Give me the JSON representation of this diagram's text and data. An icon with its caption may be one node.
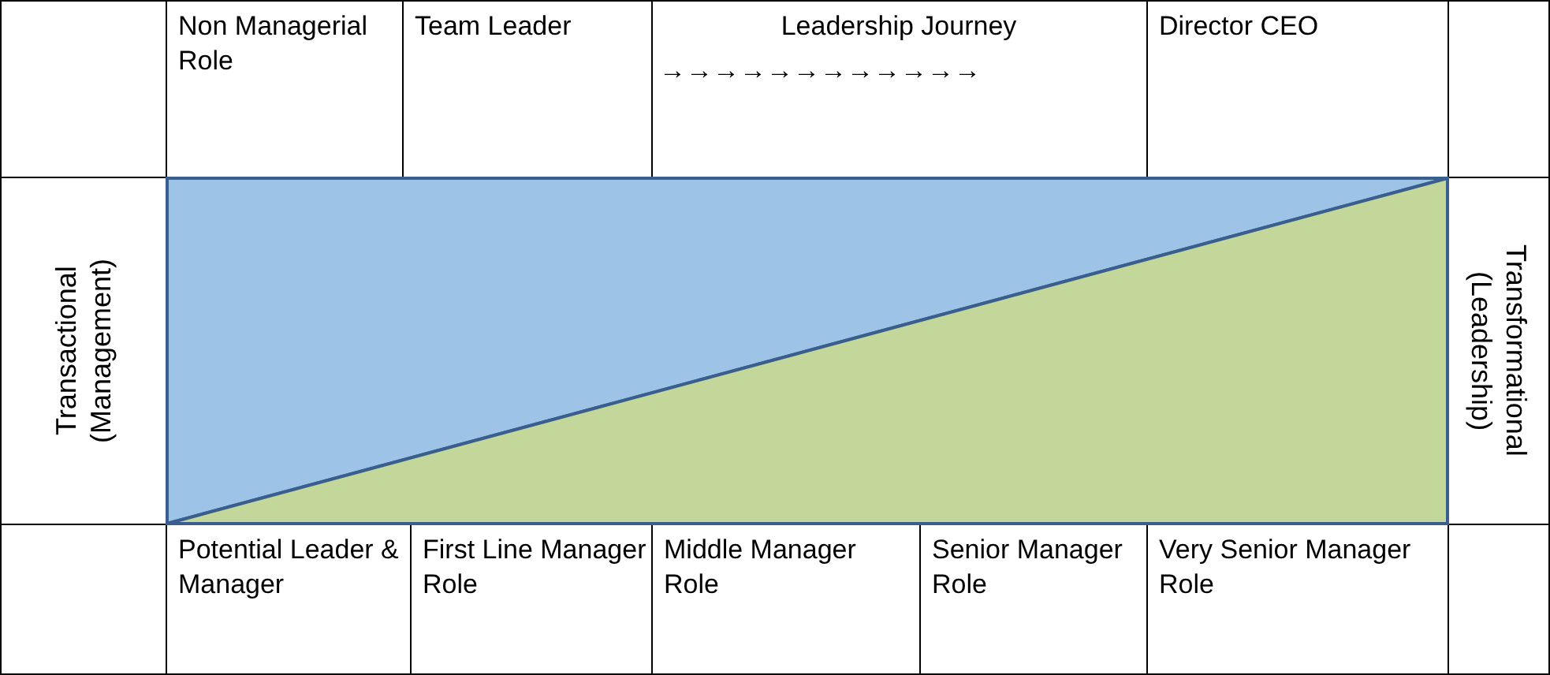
{
  "diagram": {
    "labels": [
      "Non Managerial Role",
      "Team Leader",
      "Leadership Journey",
      "→→→→→→→→→→→→",
      "Director CEO",
      "Transactional (Management)",
      "Transformational (Leadership)",
      "Potential Leader & Manager",
      "First Line Manager Role",
      "Middle Manager Role",
      "Senior Manager Role",
      "Very Senior Manager Role"
    ]
  }
}
